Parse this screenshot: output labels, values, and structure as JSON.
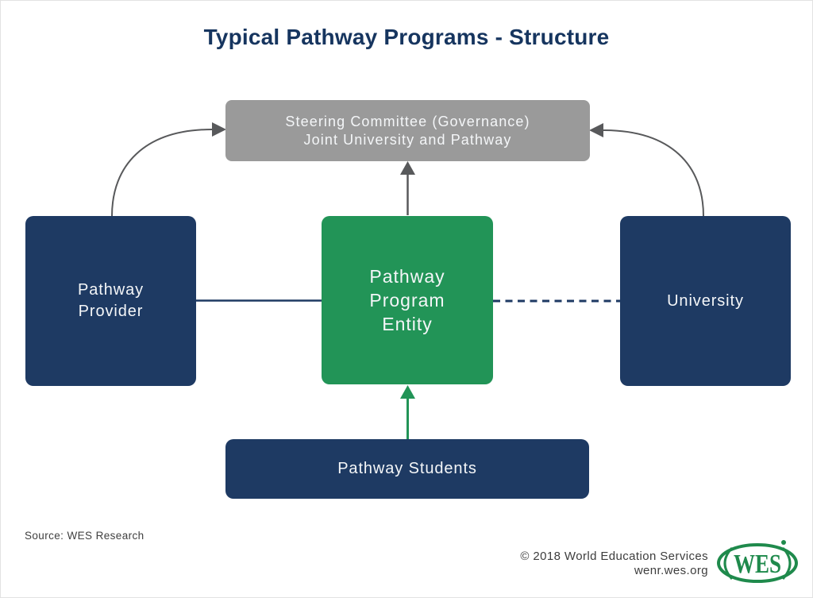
{
  "title": "Typical Pathway Programs - Structure",
  "diagram": {
    "steering": {
      "line1": "Steering Committee (Governance)",
      "line2": "Joint University and Pathway"
    },
    "pathway_provider": "Pathway\nProvider",
    "pathway_program_entity": "Pathway\nProgram\nEntity",
    "university": "University",
    "pathway_students": "Pathway Students"
  },
  "footer": {
    "source": "Source: WES Research",
    "copyright_line1": "© 2018 World Education Services",
    "copyright_line2": "wenr.wes.org",
    "logo_text": "WES"
  },
  "colors": {
    "navy": "#1e3a63",
    "green": "#229457",
    "box_gray": "#9a9a9a",
    "title_navy": "#16355f",
    "arrow_gray": "#58595b",
    "logo_green": "#1f8a4c"
  }
}
